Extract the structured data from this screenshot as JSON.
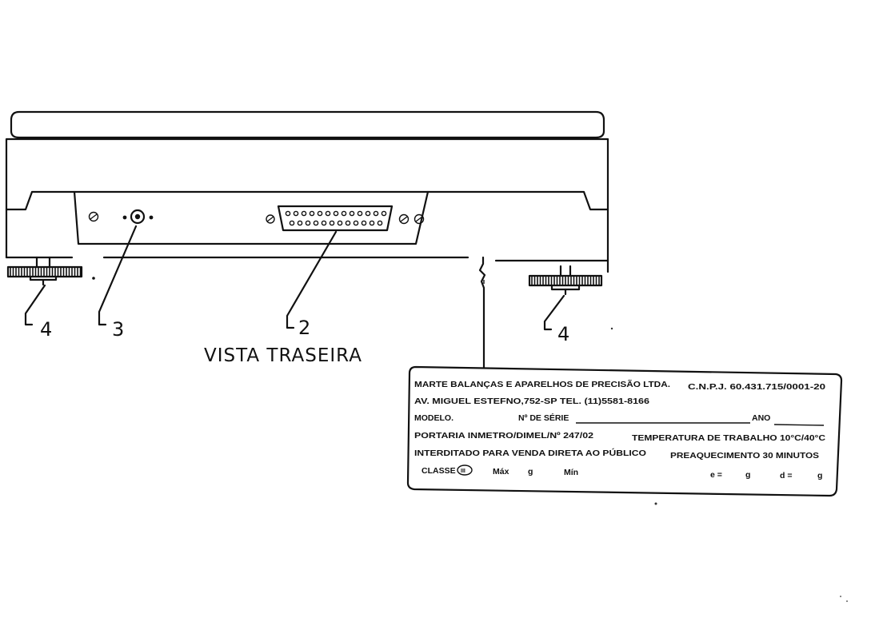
{
  "title": "VISTA TRASEIRA",
  "callouts": {
    "foot_left": "4",
    "connector_in": "3",
    "serial_port": "2",
    "foot_right": "4"
  },
  "plate": {
    "line1_left": "MARTE BALANÇAS E APARELHOS DE PRECISÃO LTDA.",
    "line1_right": "C.N.P.J. 60.431.715/0001-20",
    "line2": "AV. MIGUEL ESTEFNO,752-SP TEL. (11)5581-8166",
    "line3_model": "MODELO.",
    "line3_serial": "Nº DE SÉRIE",
    "line3_year": "ANO",
    "line4_left": "PORTARIA INMETRO/DIMEL/Nº 247/02",
    "line4_right": "TEMPERATURA DE TRABALHO 10°C/40°C",
    "line5_left": "INTERDITADO PARA VENDA DIRETA AO PÚBLICO",
    "line5_right": "PREAQUECIMENTO 30 MINUTOS",
    "line6_class": "CLASSE",
    "line6_class_mark": "III",
    "line6_max": "Máx",
    "line6_max_unit": "g",
    "line6_min": "Mín",
    "line6_e": "e =",
    "line6_e_unit": "g",
    "line6_d": "d =",
    "line6_d_unit": "g"
  }
}
